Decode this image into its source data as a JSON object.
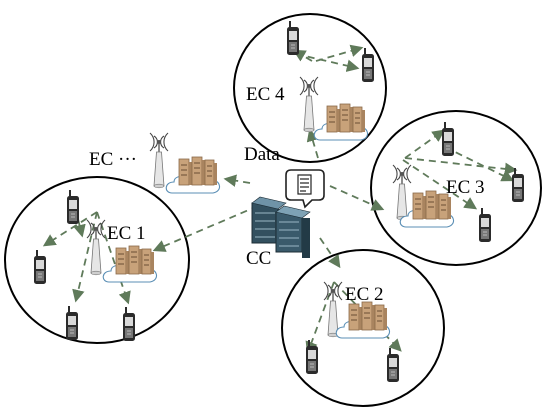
{
  "labels": {
    "ec1": "EC 1",
    "ec2": "EC 2",
    "ec3": "EC 3",
    "ec4": "EC 4",
    "ec_more": "EC ···",
    "cc": "CC",
    "data": "Data"
  },
  "colors": {
    "link": "#5f7a5a",
    "cloud": "#5b8fb5",
    "server_face": "#c8a27a",
    "server_dark": "#8a6a4a",
    "rack": "#33505f",
    "phone": "#2b2b2b"
  },
  "icons": [
    "tower-icon",
    "server-cloud-icon",
    "phone-icon",
    "server-rack-icon",
    "document-bubble-icon"
  ]
}
